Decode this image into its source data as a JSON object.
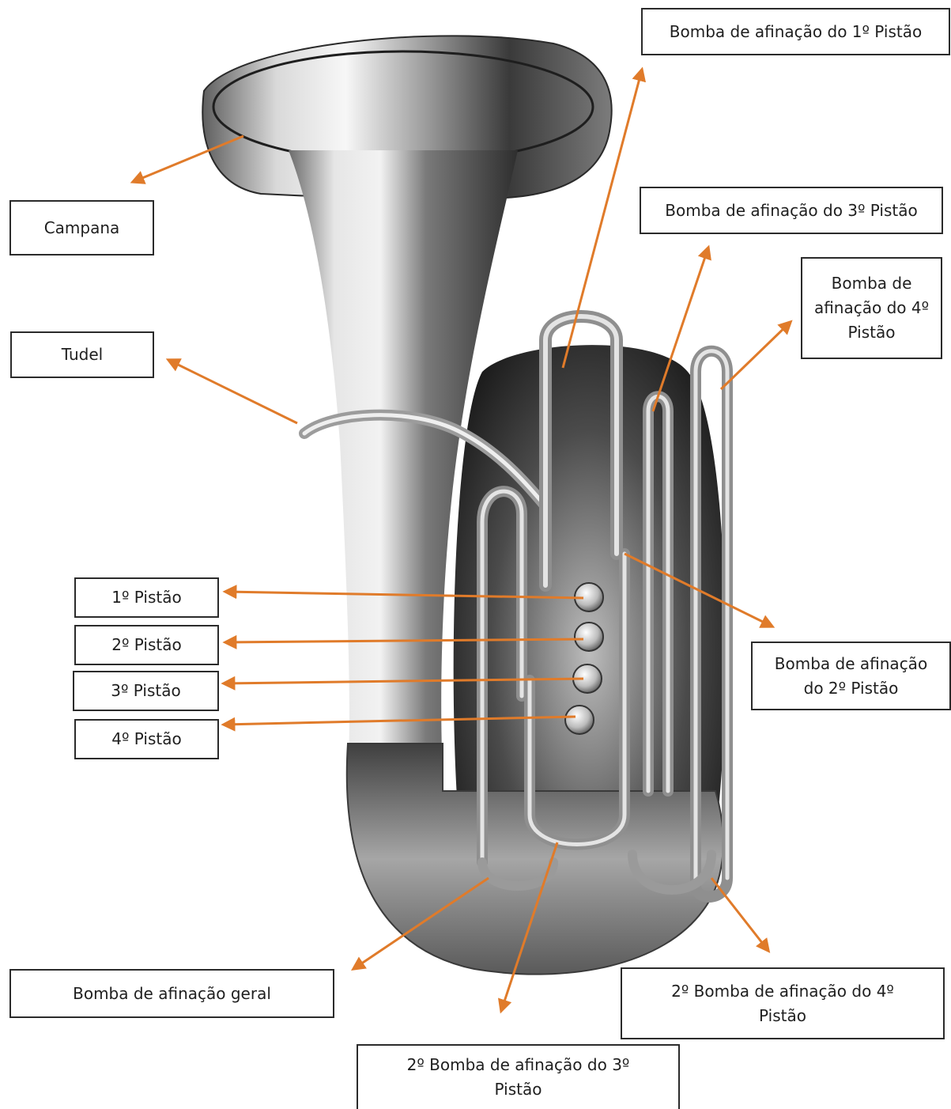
{
  "diagram": {
    "arrow_color": "#e07b2a",
    "labels": {
      "campana": "Campana",
      "tudel": "Tudel",
      "pistao1": "1º Pistão",
      "pistao2": "2º Pistão",
      "pistao3": "3º Pistão",
      "pistao4": "4º Pistão",
      "bomba1": "Bomba de afinação do 1º Pistão",
      "bomba3": "Bomba de afinação do 3º Pistão",
      "bomba4": "Bomba de afinação do 4º Pistão",
      "bomba2": "Bomba de afinação do 2º Pistão",
      "bomba_geral": "Bomba de afinação geral",
      "bomba4_2": "2º Bomba de afinação do 4º Pistão",
      "bomba3_2": "2º Bomba de afinação do 3º Pistão"
    }
  }
}
